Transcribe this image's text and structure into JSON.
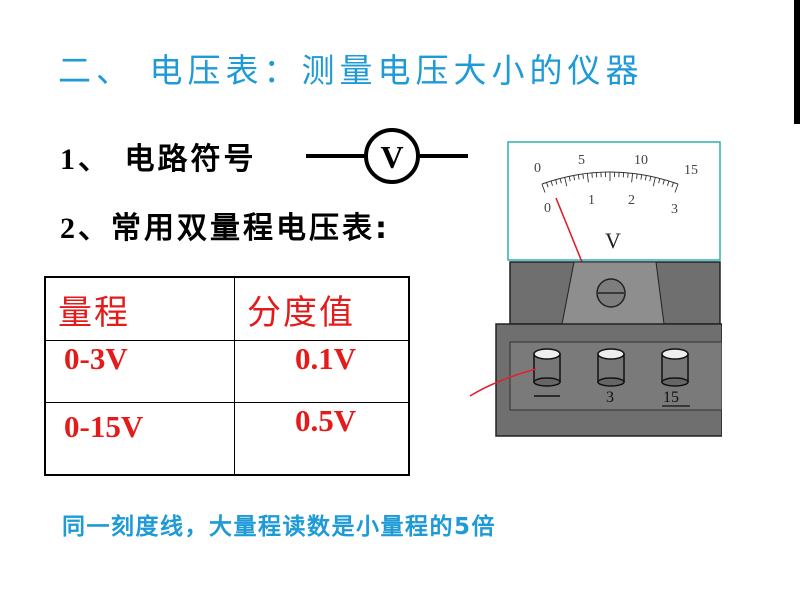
{
  "slide": {
    "title": "二、 电压表：测量电压大小的仪器",
    "item1": {
      "num": "1",
      "text": "、 电路符号"
    },
    "item2": {
      "num": "2",
      "text": "、常用双量程电压表:"
    },
    "symbol_letter": "V",
    "footnote": "同一刻度线，大量程读数是小量程的5倍"
  },
  "table": {
    "headers": [
      "量程",
      "分度值"
    ],
    "rows": [
      [
        "0-3V",
        "0.1V"
      ],
      [
        "0-15V",
        "0.5V"
      ]
    ]
  },
  "meter": {
    "scale_top": [
      "0",
      "5",
      "10",
      "15"
    ],
    "scale_bottom": [
      "0",
      "1",
      "2",
      "3"
    ],
    "unit_label": "V",
    "terminals": [
      "—",
      "3",
      "15"
    ],
    "colors": {
      "face_border": "#2fb0b0",
      "body": "#707070",
      "pointer": "#e0202e",
      "title_blue": "#1e9ad6",
      "table_text_red": "#e31b1b"
    }
  }
}
